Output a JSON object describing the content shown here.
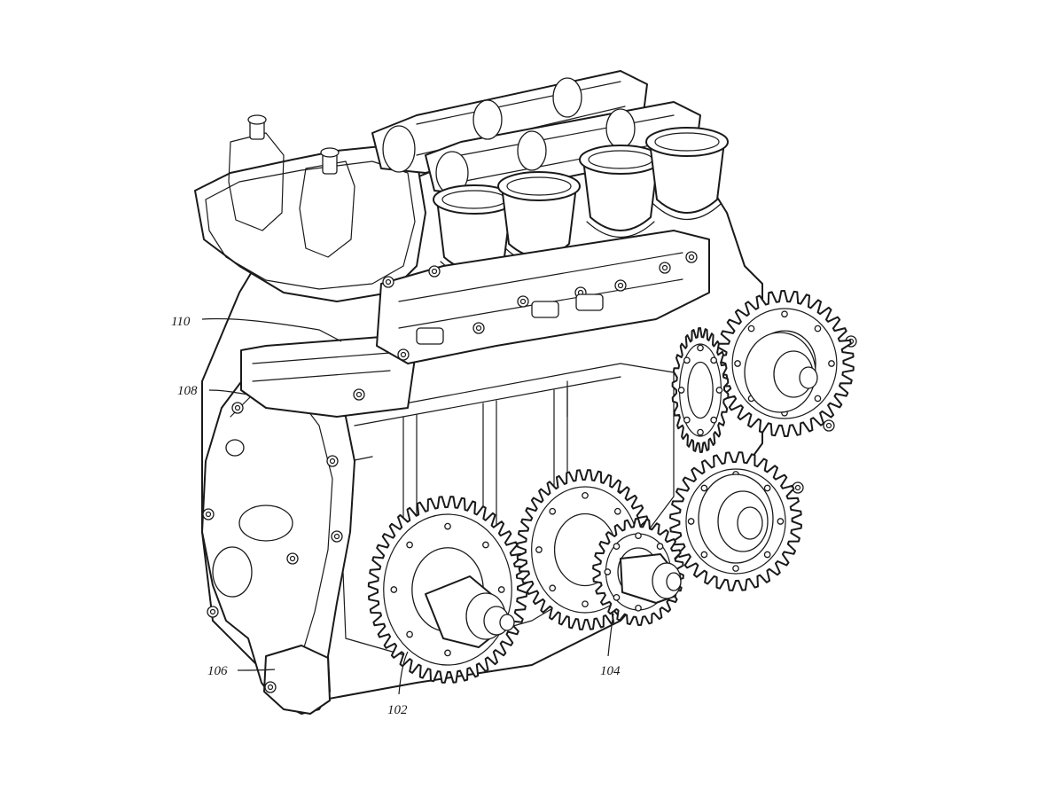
{
  "figure": {
    "reference_numerals": [
      {
        "id": "110",
        "text": "110"
      },
      {
        "id": "108",
        "text": "108"
      },
      {
        "id": "106",
        "text": "106"
      },
      {
        "id": "102",
        "text": "102"
      },
      {
        "id": "104",
        "text": "104"
      }
    ],
    "icons": [
      "engine-drawing",
      "gear-icon",
      "intake-trumpet-icon",
      "bolt-icon"
    ],
    "colors": {
      "line": "#1a1a1a",
      "background": "#ffffff"
    }
  }
}
